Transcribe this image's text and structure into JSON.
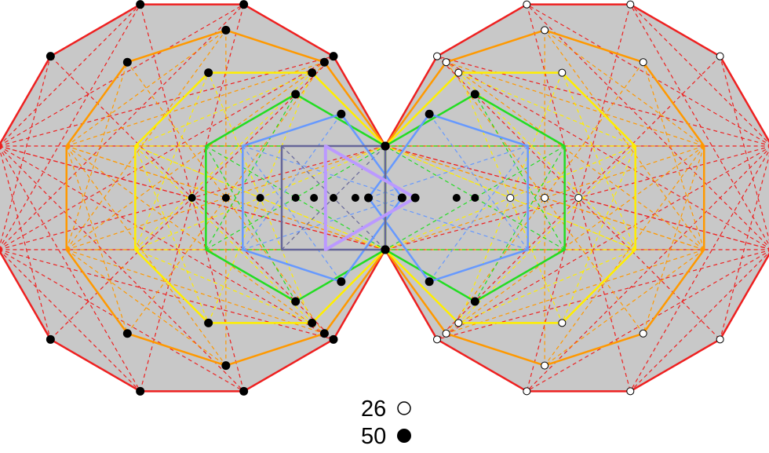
{
  "colors": {
    "fill": "#c8c8c8",
    "background": "#ffffff"
  },
  "left_figure": {
    "polygons": [
      {
        "name": "dodecagon",
        "sides": 12,
        "color": "#ee2020",
        "hollow_dots": true
      },
      {
        "name": "decagon",
        "sides": 10,
        "color": "#ff9900",
        "hollow_dots": true
      },
      {
        "name": "octagon",
        "sides": 8,
        "color": "#ffee00",
        "hollow_dots": true
      },
      {
        "name": "hexagon",
        "sides": 6,
        "color": "#22dd22",
        "hollow_dots": false
      },
      {
        "name": "pentagon",
        "sides": 5,
        "color": "#6699ff",
        "hollow_dots": false
      }
    ]
  },
  "right_figure": {
    "polygons": [
      {
        "name": "dodecagon",
        "sides": 12,
        "color": "#ee2020",
        "hollow_dots": false
      },
      {
        "name": "decagon",
        "sides": 10,
        "color": "#ff9900",
        "hollow_dots": false
      },
      {
        "name": "octagon",
        "sides": 8,
        "color": "#ffee00",
        "hollow_dots": false
      },
      {
        "name": "hexagon",
        "sides": 6,
        "color": "#22dd22",
        "hollow_dots": false
      },
      {
        "name": "pentagon",
        "sides": 5,
        "color": "#6699ff",
        "hollow_dots": false
      },
      {
        "name": "square",
        "sides": 4,
        "color": "#666699",
        "hollow_dots": false
      },
      {
        "name": "triangle",
        "sides": 3,
        "color": "#bb99ff",
        "hollow_dots": false
      }
    ]
  },
  "legend": {
    "hollow_count": "26",
    "filled_count": "50"
  }
}
